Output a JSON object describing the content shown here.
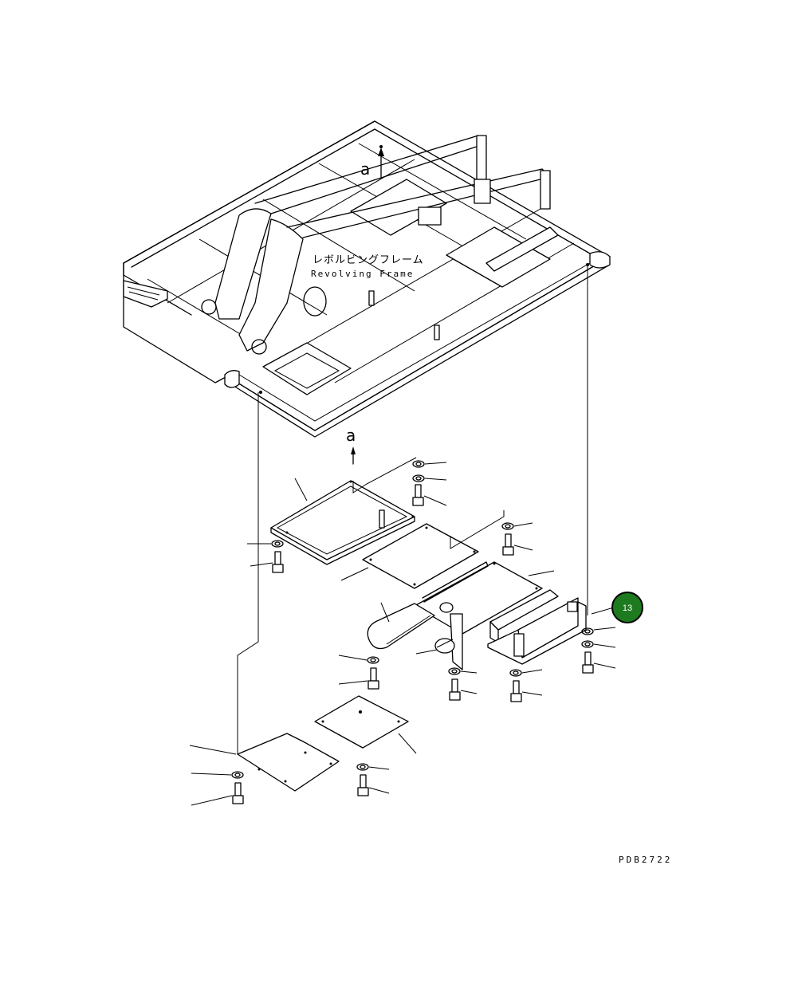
{
  "frame": {
    "label_jp": "レボルビングフレーム",
    "label_en": "Revolving Frame"
  },
  "arrows": {
    "upper": "a",
    "lower": "a"
  },
  "callout": {
    "number": "13",
    "color": "#1e7a1e"
  },
  "drawing_code": "PDB2722"
}
